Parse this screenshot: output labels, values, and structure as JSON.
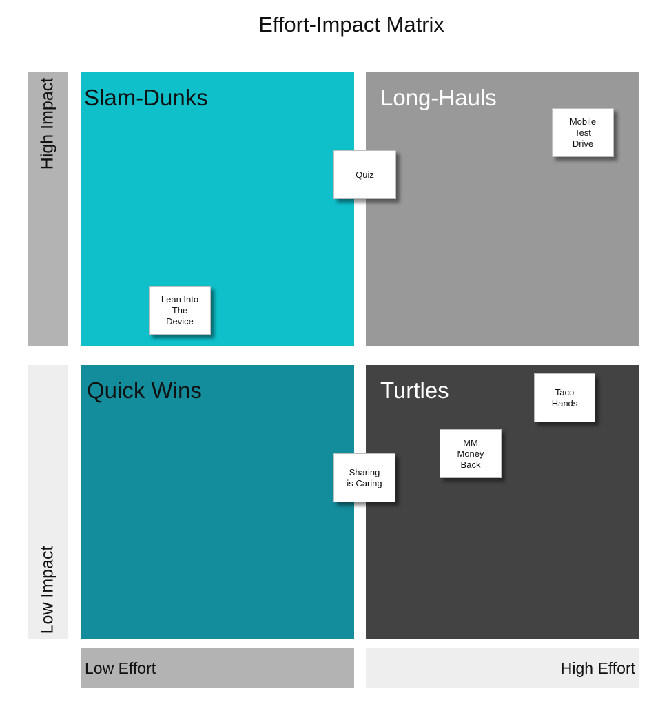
{
  "title": "Effort-Impact Matrix",
  "y_axis": {
    "high_label": "High Impact",
    "low_label": "Low Impact"
  },
  "x_axis": {
    "low_label": "Low Effort",
    "high_label": "High Effort"
  },
  "quadrants": {
    "slam_dunks": {
      "label": "Slam-Dunks",
      "color": "#0fbfca"
    },
    "long_hauls": {
      "label": "Long-Hauls",
      "color": "#999999"
    },
    "quick_wins": {
      "label": "Quick Wins",
      "color": "#138c9b"
    },
    "turtles": {
      "label": "Turtles",
      "color": "#434343"
    }
  },
  "notes": {
    "lean_into_device": "Lean Into\nThe\nDevice",
    "quiz": "Quiz",
    "mobile_test_drive": "Mobile\nTest\nDrive",
    "taco_hands": "Taco\nHands",
    "mm_money_back": "MM\nMoney\nBack",
    "sharing_is_caring": "Sharing\nis Caring"
  }
}
